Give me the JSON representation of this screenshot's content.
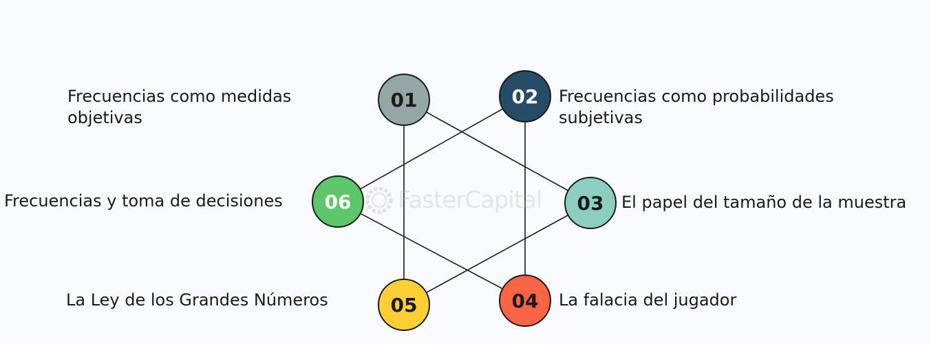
{
  "nodes": [
    {
      "id": "n1",
      "number": "01",
      "color": "#95a7a3",
      "text_color": "#1a1a1a",
      "label_lines": [
        "Frecuencias como medidas",
        "objetivas"
      ]
    },
    {
      "id": "n2",
      "number": "02",
      "color": "#264c66",
      "text_color": "#ffffff",
      "label_lines": [
        "Frecuencias como probabilidades",
        "subjetivas"
      ]
    },
    {
      "id": "n3",
      "number": "03",
      "color": "#8ccfc0",
      "text_color": "#1a1a1a",
      "label_lines": [
        "El papel del tamaño de la muestra"
      ]
    },
    {
      "id": "n4",
      "number": "04",
      "color": "#fa6343",
      "text_color": "#1a1a1a",
      "label_lines": [
        "La falacia del jugador"
      ]
    },
    {
      "id": "n5",
      "number": "05",
      "color": "#fcd034",
      "text_color": "#1a1a1a",
      "label_lines": [
        "La Ley de los Grandes Números"
      ]
    },
    {
      "id": "n6",
      "number": "06",
      "color": "#5dc66a",
      "text_color": "#ffffff",
      "label_lines": [
        "Frecuencias y toma de decisiones"
      ]
    }
  ],
  "watermark": {
    "text": "FasterCapital"
  },
  "colors": {
    "line": "#1a1a1a",
    "background": "#f8fafc"
  }
}
